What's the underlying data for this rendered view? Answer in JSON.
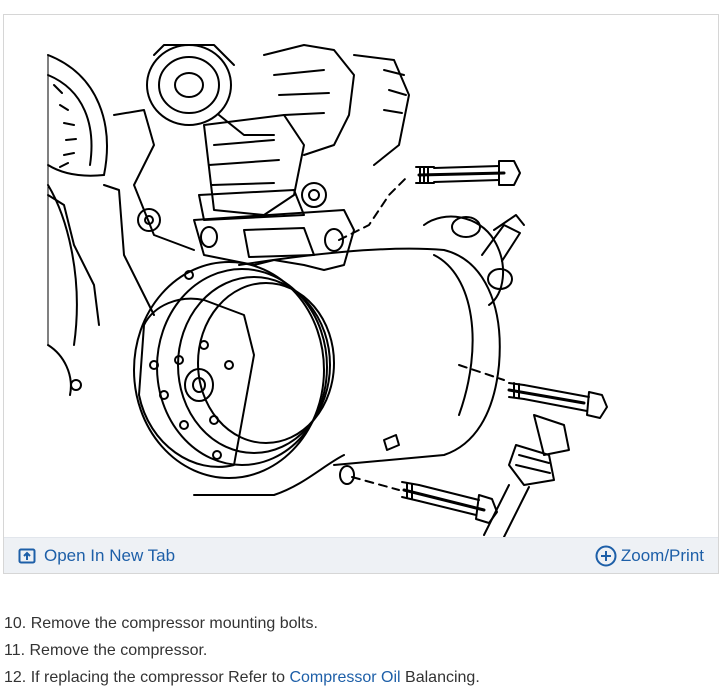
{
  "figure": {
    "alt_icon": "ac-compressor-mounting-line-drawing",
    "toolbar": {
      "open_new_tab_label": "Open In New Tab",
      "open_new_tab_icon": "open-in-new-tab-icon",
      "zoom_print_label": "Zoom/Print",
      "zoom_print_icon": "plus-circle-icon"
    }
  },
  "steps": [
    {
      "text": "10. Remove the compressor mounting bolts."
    },
    {
      "text": "11. Remove the compressor."
    },
    {
      "prefix": "12. If replacing the compressor Refer to ",
      "link": "Compressor Oil",
      "suffix": " Balancing."
    }
  ],
  "colors": {
    "link": "#1d5fa8",
    "toolbar_bg": "#eef1f5",
    "text": "#333333"
  }
}
